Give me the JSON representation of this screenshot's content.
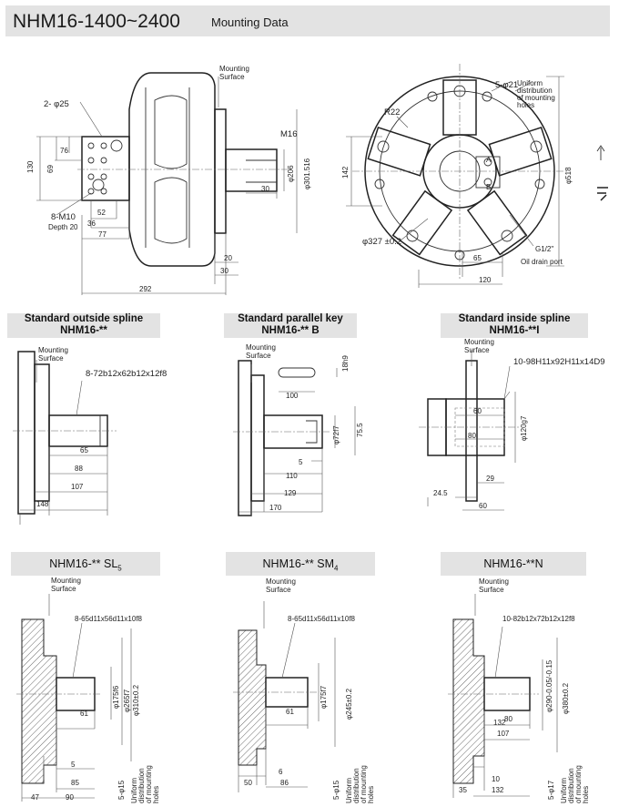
{
  "header": {
    "model": "NHM16-1400~2400",
    "subtitle": "Mounting Data"
  },
  "main_side": {
    "mounting_surface": "Mounting\nSurface",
    "bolt_holes": "2- φ25",
    "tapped_holes": "8-M10",
    "depth": "Depth 20",
    "thread": "M16",
    "dims": {
      "d76": "76",
      "d130": "130",
      "d69": "69",
      "d52": "52",
      "d36": "36",
      "d77": "77",
      "d30": "30",
      "d20": "20",
      "d30b": "30",
      "d292": "292",
      "d206": "φ206",
      "d301": "φ301.516"
    }
  },
  "main_front": {
    "r22": "R22",
    "holes": "5-φ21",
    "holes_note": "Uniform\ndistribution\nof mounting\nholes",
    "d142": "142",
    "d327": "φ327 ±0.2",
    "d518": "φ518",
    "port_a": "A",
    "port_b": "B",
    "drain": "G1/2\"",
    "drain_label": "Oil drain port",
    "d65": "65",
    "d120": "120"
  },
  "variants": [
    {
      "id": "outside",
      "title": "Standard outside spline",
      "model": "NHM16-**",
      "mounting": "Mounting\nSurface",
      "spline": "8-72b12x62b12x12f8",
      "dims": [
        "65",
        "88",
        "107",
        "148"
      ]
    },
    {
      "id": "parallel",
      "title": "Standard parallel key",
      "model": "NHM16-** B",
      "mounting": "Mounting\nSurface",
      "dims": [
        "18h9",
        "100",
        "φ72f7",
        "75.5",
        "5",
        "110",
        "129",
        "170"
      ]
    },
    {
      "id": "inside",
      "title": "Standard inside spline",
      "model": "NHM16-**I",
      "mounting": "Mounting\nSurface",
      "spline": "10-98H11x92H11x14D9",
      "dims": [
        "60",
        "80",
        "φ120g7",
        "29",
        "24.5",
        "60"
      ]
    },
    {
      "id": "sl5",
      "title": "NHM16-** SL",
      "sub": "5",
      "mounting": "Mounting\nSurface",
      "spline": "8-65d11x56d11x10f8",
      "dims": [
        "φ175f6",
        "φ265f7",
        "φ310±0.2",
        "61",
        "5",
        "85",
        "47",
        "90",
        "5-φ15"
      ],
      "holes_note": "Uniform\ndistribution\nof mounting\nholes"
    },
    {
      "id": "sm4",
      "title": "NHM16-** SM",
      "sub": "4",
      "mounting": "Mounting\nSurface",
      "spline": "8-65d11x56d11x10f8",
      "dims": [
        "φ175f7",
        "φ245±0.2",
        "61",
        "6",
        "50",
        "86",
        "5-φ15"
      ],
      "holes_note": "Uniform\ndistribution\nof mounting\nholes"
    },
    {
      "id": "n",
      "title": "NHM16-**N",
      "mounting": "Mounting\nSurface",
      "spline": "10-82b12x72b12x12f8",
      "dims": [
        "φ290-0.05/-0.15",
        "φ380±0.2",
        "80",
        "132",
        "107",
        "10",
        "35",
        "132",
        "5-φ17"
      ],
      "holes_note": "Uniform\ndistribution\nof mounting\nholes"
    }
  ]
}
